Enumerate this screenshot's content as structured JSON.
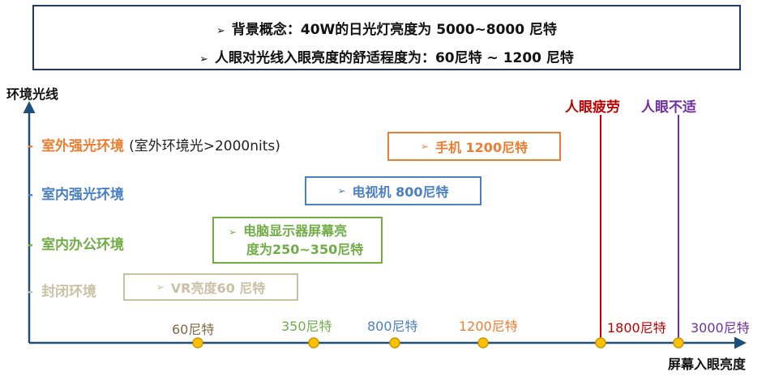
{
  "summary": {
    "line1": "背景概念：40W的日光灯亮度为 5000~8000 尼特",
    "line2": "人眼对光线入眼亮度的舒适程度为：60尼特 ~  1200 尼特",
    "bullet": "➢"
  },
  "axes": {
    "y_label": "环境光线",
    "x_label": "屏幕入眼亮度"
  },
  "environments": [
    {
      "label": "室外强光环境",
      "note": "(室外环境光>2000nits)",
      "color": "#ed7d31"
    },
    {
      "label": "室内强光环境",
      "note": "",
      "color": "#4a7fc1"
    },
    {
      "label": "室内办公环境",
      "note": "",
      "color": "#70ad47"
    },
    {
      "label": "封闭环境",
      "note": "",
      "color": "#c9c0a5"
    }
  ],
  "devices": [
    {
      "label": "手机 1200尼特",
      "color": "#ed7d31"
    },
    {
      "label": "电视机 800尼特",
      "color": "#4a7fc1"
    },
    {
      "label_line1": "电脑显示器屏幕亮",
      "label_line2": "度为250~350尼特",
      "color": "#70ad47"
    },
    {
      "label": "VR亮度60 尼特",
      "color": "#c9c0a5"
    }
  ],
  "ticks": [
    {
      "label": "60尼特",
      "value": 60,
      "color": "#7f6a45"
    },
    {
      "label": "350尼特",
      "value": 350,
      "color": "#70ad47"
    },
    {
      "label": "800尼特",
      "value": 800,
      "color": "#4a7fc1"
    },
    {
      "label": "1200尼特",
      "value": 1200,
      "color": "#ed7d31"
    },
    {
      "label": "1800尼特",
      "value": 1800,
      "color": "#c00000"
    },
    {
      "label": "3000尼特",
      "value": 3000,
      "color": "#7030a0"
    }
  ],
  "thresholds": [
    {
      "label": "人眼疲劳",
      "color": "#c00000"
    },
    {
      "label": "人眼不适",
      "color": "#7030a0"
    }
  ],
  "colors": {
    "axis": "#1f4e79",
    "marker_fill": "#ffc000",
    "marker_stroke": "#c89600",
    "box_border": "#1f3864"
  }
}
